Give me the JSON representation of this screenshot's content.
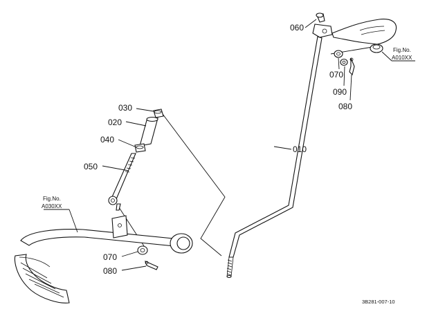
{
  "labels": {
    "p010": "010",
    "p020": "020",
    "p030": "030",
    "p040": "040",
    "p050": "050",
    "p060": "060",
    "p070_top": "070",
    "p070_bottom": "070",
    "p080_top": "080",
    "p080_bottom": "080",
    "p090": "090"
  },
  "fig_refs": {
    "right": {
      "line1": "Fig.No.",
      "line2": "A010XX"
    },
    "left": {
      "line1": "Fig.No.",
      "line2": "A030XX"
    }
  },
  "drawing_code": "3B281-007-10"
}
